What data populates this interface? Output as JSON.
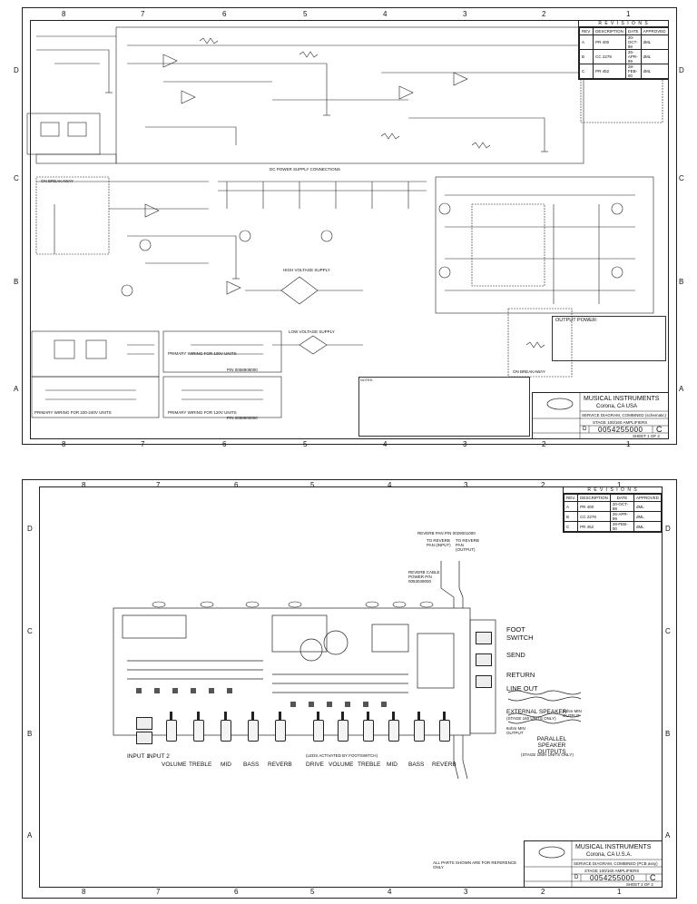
{
  "zones": {
    "numbers": [
      "8",
      "7",
      "6",
      "5",
      "4",
      "3",
      "2",
      "1"
    ],
    "letters": [
      "D",
      "C",
      "B",
      "A"
    ]
  },
  "revisions": {
    "title": "R E V I S I O N S",
    "headers": [
      "REV.",
      "DESCRIPTION",
      "DATE",
      "APPROVED"
    ],
    "rows": [
      [
        "A",
        "PR 400",
        "20-OCT-98",
        "dML"
      ],
      [
        "B",
        "CC 2278",
        "26-APR-99",
        "dML"
      ],
      [
        "C",
        "PR 452",
        "28-FEB-00",
        "dML"
      ]
    ]
  },
  "title_block": {
    "company": "MUSICAL INSTRUMENTS",
    "location_1": "Corona, CA  USA",
    "location_2": "Corona, CA  U.S.A.",
    "description_1": "SERVICE DIAGRAM, COMBINED (schematic)",
    "description_2": "SERVICE DIAGRAM, COMBINED (PCB assy)",
    "product": "STAGE 100/160 AMPLIFIERS",
    "size": "D",
    "drawing_number": "0054255000",
    "rev": "C",
    "sheet_1": "SHEET 1 OF 2",
    "sheet_2": "SHEET 2 OF 2"
  },
  "sheet1": {
    "dc_power": "DC POWER SUPPLY CONNECTIONS",
    "high_voltage": "HIGH VOLTAGE SUPPLY",
    "low_voltage": "LOW VOLTAGE SUPPLY",
    "output_power": "OUTPUT POWER:",
    "primary_100": "PRIMARY WIRING FOR 100V UNITS",
    "primary_220": "PRIMARY WIRING FOR 220-240V UNITS",
    "primary_120": "PRIMARY WIRING FOR 120V UNITS",
    "on_breakaway_1": "ON BREAKAWAY",
    "on_breakaway_2": "ON BREAKAWAY",
    "notes_label": "NOTES:",
    "pn_1": "P/N 0058908000",
    "pn_2": "P/N 0058900000"
  },
  "sheet2": {
    "reverb_pan": "REVERB PAN P/N 0029001000",
    "reverb_cable": "REVERB CABLE POWER P/N 0053039000",
    "to_reverb_in": "TO REVERB PAN (INPUT)",
    "to_reverb_out": "TO REVERB PAN (OUTPUT)",
    "foot_switch": "FOOT SWITCH",
    "send": "SEND",
    "return": "RETURN",
    "line_out": "LINE OUT",
    "ext_speaker": "EXTERNAL SPEAKER",
    "ext_speaker_note": "(STAGE 160 UNITS ONLY)",
    "ohm_min": "4ohm MIN OUTPUT",
    "ohm_min_2": "8ohm MIN OUTPUT",
    "parallel": "PARALLEL SPEAKER OUTPUTS",
    "parallel_note": "(STAGE 160H UNITS ONLY)",
    "leds_note": "(LEDS ACTIVATED BY FOOTSWITCH)",
    "controls": [
      "INPUT 1",
      "INPUT 2",
      "VOLUME",
      "TREBLE",
      "MID",
      "BASS",
      "REVERB",
      "DRIVE",
      "VOLUME",
      "TREBLE",
      "MID",
      "BASS",
      "REVERB"
    ],
    "footnote": "ALL PARTS SHOWN ARE FOR REFERENCE ONLY"
  }
}
